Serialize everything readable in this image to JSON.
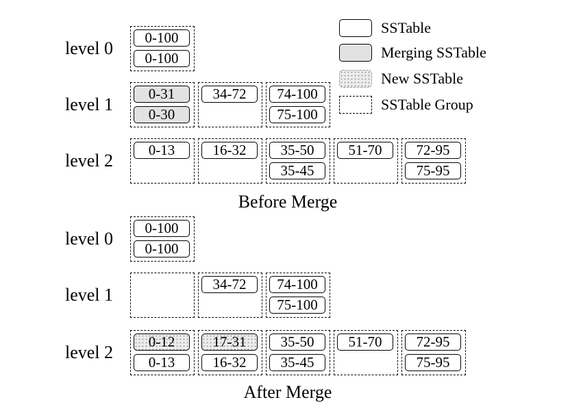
{
  "legend": [
    {
      "label": "SSTable",
      "style": "plain"
    },
    {
      "label": "Merging SSTable",
      "style": "merging"
    },
    {
      "label": "New SSTable",
      "style": "new"
    },
    {
      "label": "SSTable Group",
      "style": "group"
    }
  ],
  "colors": {
    "merging_fill": "#e2e2e2",
    "new_fill": "#ececec",
    "border": "#000000"
  },
  "before": {
    "caption": "Before Merge",
    "levels": [
      {
        "label": "level 0",
        "groups": [
          {
            "tables": [
              {
                "range": "0-100",
                "state": "plain"
              },
              {
                "range": "0-100",
                "state": "plain"
              }
            ]
          }
        ]
      },
      {
        "label": "level 1",
        "groups": [
          {
            "tables": [
              {
                "range": "0-31",
                "state": "merging"
              },
              {
                "range": "0-30",
                "state": "merging"
              }
            ]
          },
          {
            "tables": [
              {
                "range": "34-72",
                "state": "plain"
              }
            ]
          },
          {
            "tables": [
              {
                "range": "74-100",
                "state": "plain"
              },
              {
                "range": "75-100",
                "state": "plain"
              }
            ]
          }
        ]
      },
      {
        "label": "level 2",
        "groups": [
          {
            "tables": [
              {
                "range": "0-13",
                "state": "plain"
              }
            ]
          },
          {
            "tables": [
              {
                "range": "16-32",
                "state": "plain"
              }
            ]
          },
          {
            "tables": [
              {
                "range": "35-50",
                "state": "plain"
              },
              {
                "range": "35-45",
                "state": "plain"
              }
            ]
          },
          {
            "tables": [
              {
                "range": "51-70",
                "state": "plain"
              }
            ]
          },
          {
            "tables": [
              {
                "range": "72-95",
                "state": "plain"
              },
              {
                "range": "75-95",
                "state": "plain"
              }
            ]
          }
        ]
      }
    ]
  },
  "after": {
    "caption": "After Merge",
    "levels": [
      {
        "label": "level 0",
        "groups": [
          {
            "tables": [
              {
                "range": "0-100",
                "state": "plain"
              },
              {
                "range": "0-100",
                "state": "plain"
              }
            ]
          }
        ]
      },
      {
        "label": "level 1",
        "groups": [
          {
            "tables": []
          },
          {
            "tables": [
              {
                "range": "34-72",
                "state": "plain"
              }
            ]
          },
          {
            "tables": [
              {
                "range": "74-100",
                "state": "plain"
              },
              {
                "range": "75-100",
                "state": "plain"
              }
            ]
          }
        ]
      },
      {
        "label": "level 2",
        "groups": [
          {
            "tables": [
              {
                "range": "0-12",
                "state": "new"
              },
              {
                "range": "0-13",
                "state": "plain"
              }
            ]
          },
          {
            "tables": [
              {
                "range": "17-31",
                "state": "new"
              },
              {
                "range": "16-32",
                "state": "plain"
              }
            ]
          },
          {
            "tables": [
              {
                "range": "35-50",
                "state": "plain"
              },
              {
                "range": "35-45",
                "state": "plain"
              }
            ]
          },
          {
            "tables": [
              {
                "range": "51-70",
                "state": "plain"
              }
            ]
          },
          {
            "tables": [
              {
                "range": "72-95",
                "state": "plain"
              },
              {
                "range": "75-95",
                "state": "plain"
              }
            ]
          }
        ]
      }
    ]
  }
}
